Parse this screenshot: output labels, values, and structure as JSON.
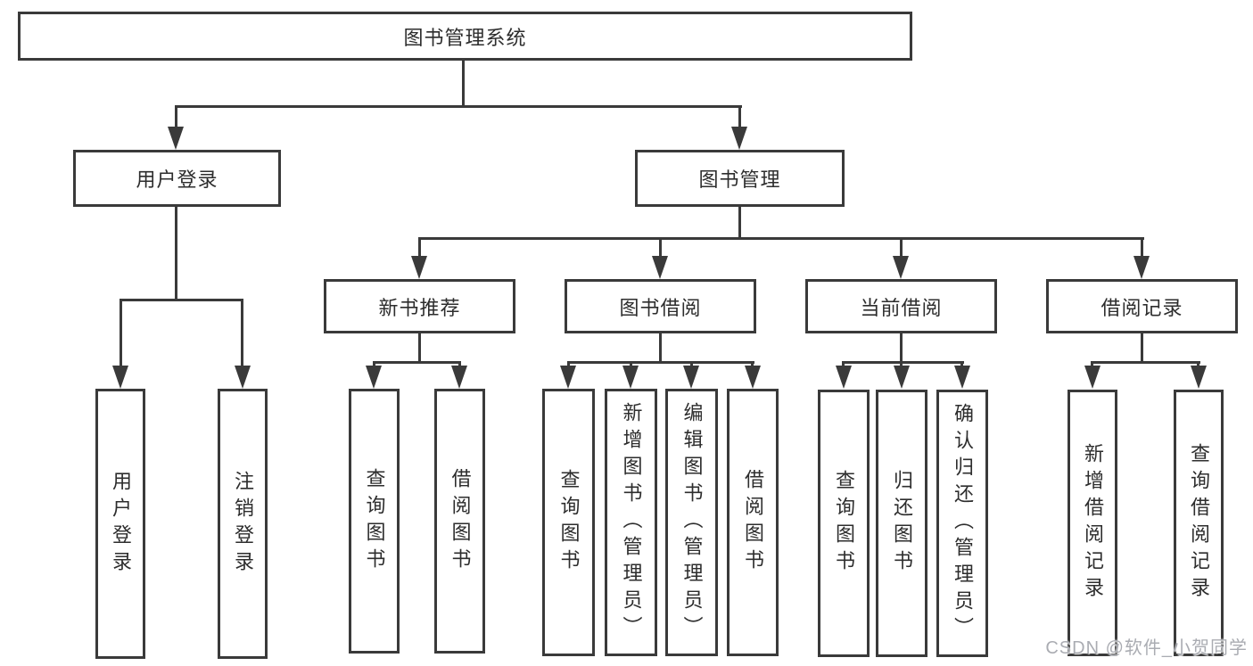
{
  "colors": {
    "line": "#3a3a3a",
    "text": "#2d2d2d",
    "watermark": "#aaacb2",
    "background": "#ffffff"
  },
  "watermark": {
    "text": "CSDN @软件_小贺同学"
  },
  "tree": {
    "label": "图书管理系统",
    "children": [
      {
        "label": "用户登录",
        "children": [
          {
            "label": "用户登录"
          },
          {
            "label": "注销登录"
          }
        ]
      },
      {
        "label": "图书管理",
        "children": [
          {
            "label": "新书推荐",
            "children": [
              {
                "label": "查询图书"
              },
              {
                "label": "借阅图书"
              }
            ]
          },
          {
            "label": "图书借阅",
            "children": [
              {
                "label": "查询图书"
              },
              {
                "label": "新增图书（管理员）"
              },
              {
                "label": "编辑图书（管理员）"
              },
              {
                "label": "借阅图书"
              }
            ]
          },
          {
            "label": "当前借阅",
            "children": [
              {
                "label": "查询图书"
              },
              {
                "label": "归还图书"
              },
              {
                "label": "确认归还（管理员）"
              }
            ]
          },
          {
            "label": "借阅记录",
            "children": [
              {
                "label": "新增借阅记录"
              },
              {
                "label": "查询借阅记录"
              }
            ]
          }
        ]
      }
    ]
  }
}
